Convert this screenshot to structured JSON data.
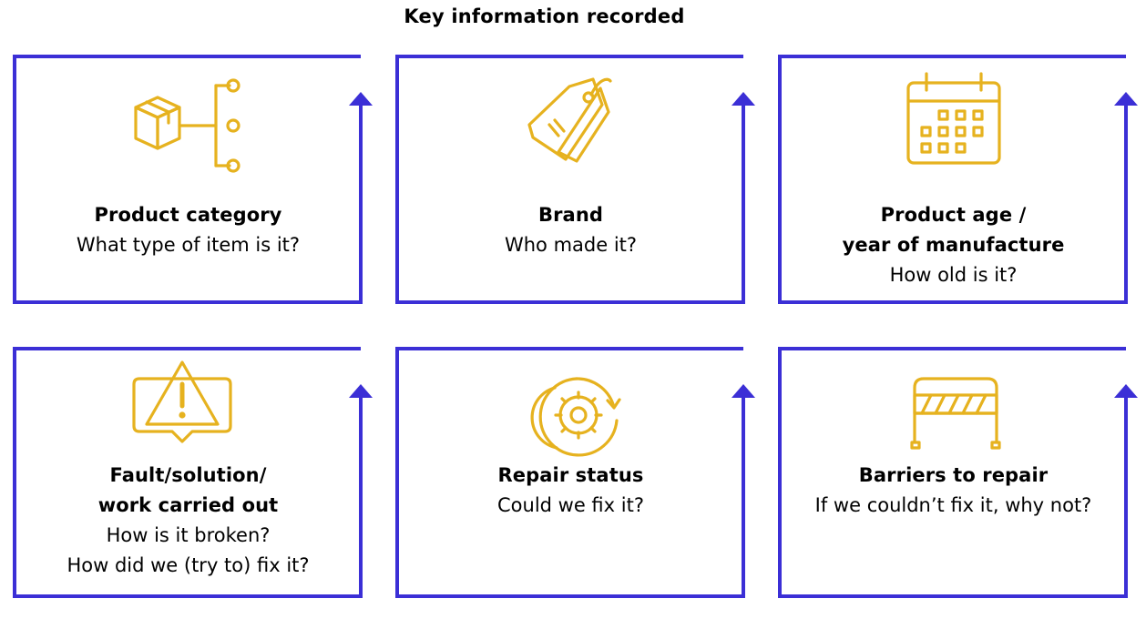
{
  "title": "Key information recorded",
  "colors": {
    "frame": "#3b2fd6",
    "icon": "#e6b21f",
    "text": "#000000"
  },
  "cards": [
    {
      "icon": "box-category-icon",
      "title_lines": [
        "Product category"
      ],
      "subtitle_lines": [
        "What type of item is it?"
      ]
    },
    {
      "icon": "price-tag-icon",
      "title_lines": [
        "Brand"
      ],
      "subtitle_lines": [
        "Who made it?"
      ]
    },
    {
      "icon": "calendar-icon",
      "title_lines": [
        "Product age /",
        "year of manufacture"
      ],
      "subtitle_lines": [
        "How old is it?"
      ]
    },
    {
      "icon": "warning-icon",
      "title_lines": [
        "Fault/solution/",
        "work carried out"
      ],
      "subtitle_lines": [
        "How is it broken?",
        "How did we (try to) fix it?"
      ]
    },
    {
      "icon": "gear-cycle-icon",
      "title_lines": [
        "Repair status"
      ],
      "subtitle_lines": [
        "Could we fix it?"
      ]
    },
    {
      "icon": "barrier-icon",
      "title_lines": [
        "Barriers to repair"
      ],
      "subtitle_lines": [
        "If we couldn’t fix it, why not?"
      ]
    }
  ]
}
